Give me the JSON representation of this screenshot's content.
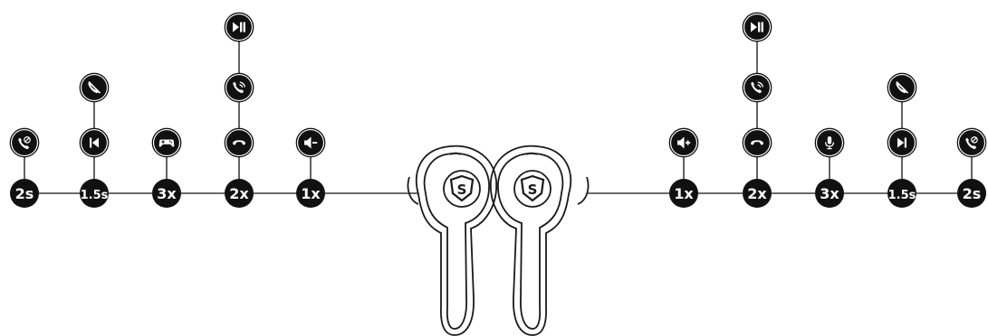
{
  "background_color": "#ffffff",
  "ink_color": "#111111",
  "left_bud": {
    "controls": [
      {
        "tap": "2s",
        "actions": [
          "reject-call-icon"
        ]
      },
      {
        "tap": "1.5s",
        "actions": [
          "previous-track-icon",
          "end-call-icon"
        ]
      },
      {
        "tap": "3x",
        "actions": [
          "game-mode-icon"
        ]
      },
      {
        "tap": "2x",
        "actions": [
          "answer-call-icon",
          "phone-ringing-icon",
          "play-pause-icon"
        ]
      },
      {
        "tap": "1x",
        "actions": [
          "volume-down-icon"
        ]
      }
    ]
  },
  "right_bud": {
    "controls": [
      {
        "tap": "1x",
        "actions": [
          "volume-up-icon"
        ]
      },
      {
        "tap": "2x",
        "actions": [
          "answer-call-icon",
          "phone-ringing-icon",
          "play-pause-icon"
        ]
      },
      {
        "tap": "3x",
        "actions": [
          "voice-assistant-icon"
        ]
      },
      {
        "tap": "1.5s",
        "actions": [
          "next-track-icon",
          "end-call-icon"
        ]
      },
      {
        "tap": "2s",
        "actions": [
          "reject-call-icon"
        ]
      }
    ]
  },
  "logo": {
    "text": "S"
  }
}
